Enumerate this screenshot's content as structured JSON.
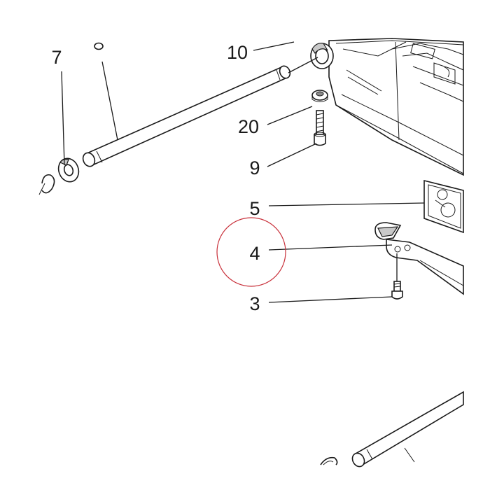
{
  "diagram": {
    "callouts": [
      {
        "id": "7",
        "label": "7"
      },
      {
        "id": "10",
        "label": "10"
      },
      {
        "id": "20",
        "label": "20"
      },
      {
        "id": "9",
        "label": "9"
      },
      {
        "id": "5",
        "label": "5"
      },
      {
        "id": "4",
        "label": "4"
      },
      {
        "id": "3",
        "label": "3"
      }
    ],
    "highlight": {
      "target": "4",
      "color": "#c8303a"
    }
  }
}
